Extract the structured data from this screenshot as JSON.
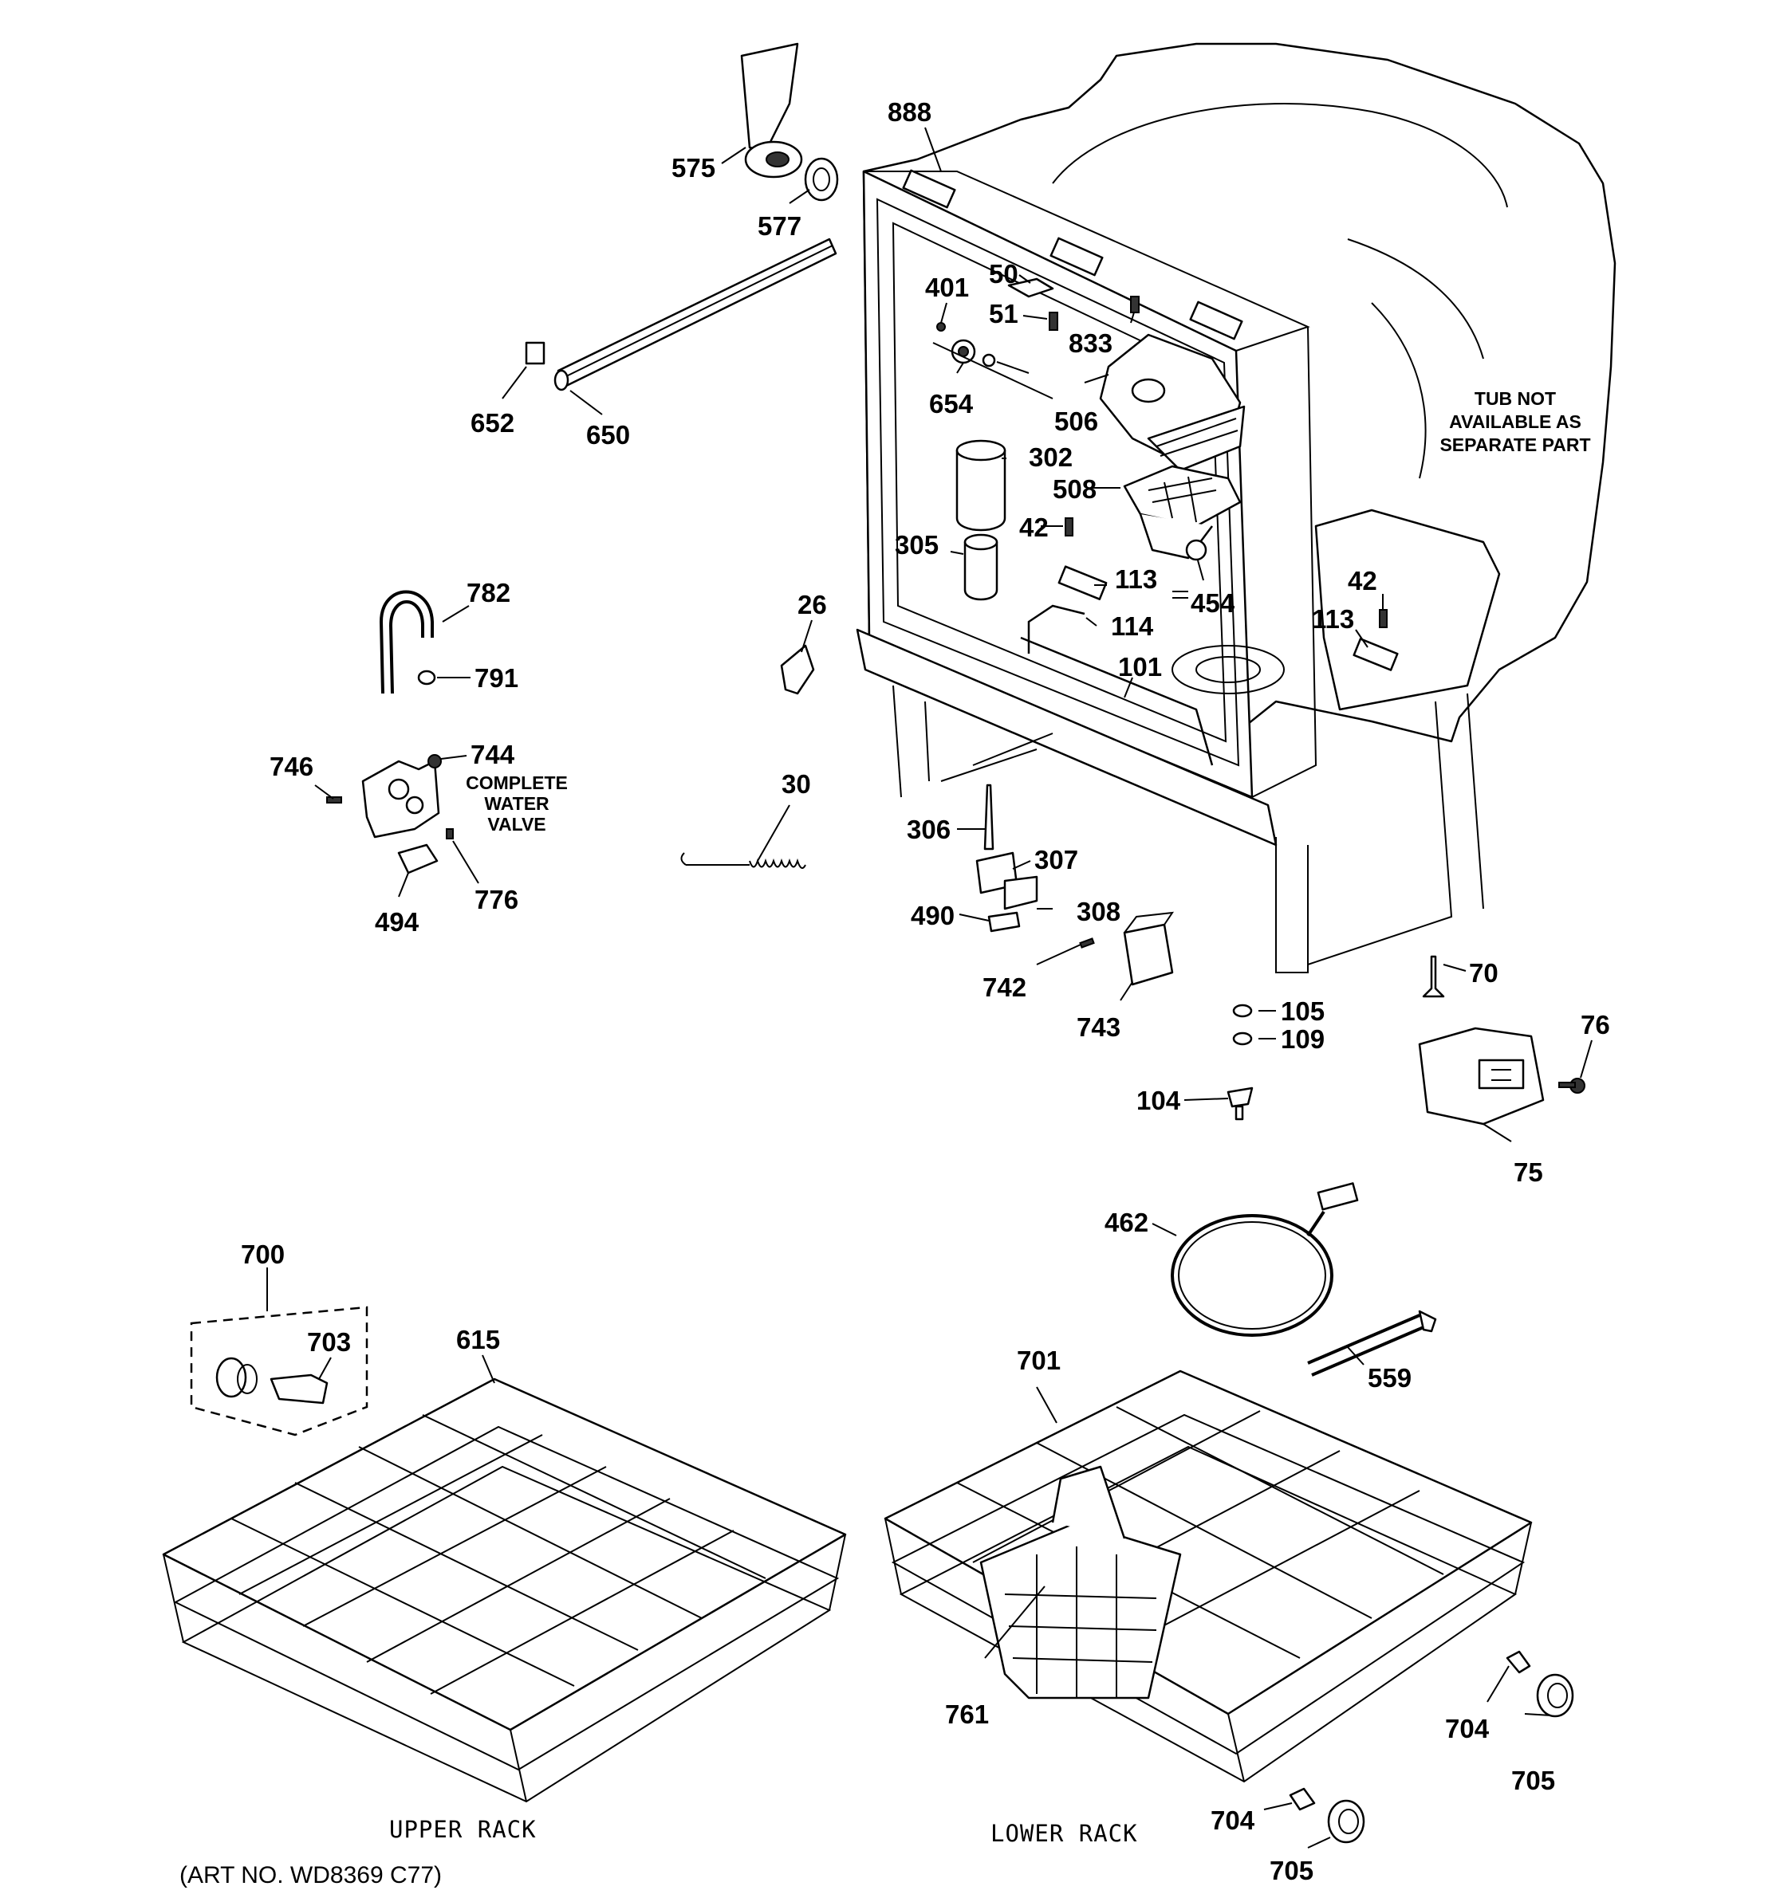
{
  "callouts": {
    "c888": "888",
    "c575": "575",
    "c577": "577",
    "c652": "652",
    "c650": "650",
    "c50": "50",
    "c401": "401",
    "c51": "51",
    "c833": "833",
    "c654": "654",
    "c506": "506",
    "c302": "302",
    "c508": "508",
    "c42a": "42",
    "c305": "305",
    "c113a": "113",
    "c454": "454",
    "c114": "114",
    "c101": "101",
    "c42b": "42",
    "c113b": "113",
    "c26": "26",
    "c782": "782",
    "c791": "791",
    "c746": "746",
    "c744": "744",
    "c494": "494",
    "c776": "776",
    "c30": "30",
    "c306": "306",
    "c307": "307",
    "c490": "490",
    "c308": "308",
    "c742": "742",
    "c743": "743",
    "c70": "70",
    "c105": "105",
    "c109": "109",
    "c104": "104",
    "c76": "76",
    "c75": "75",
    "c462": "462",
    "c559": "559",
    "c700": "700",
    "c703": "703",
    "c615": "615",
    "c701": "701",
    "c761": "761",
    "c704a": "704",
    "c705a": "705",
    "c704b": "704",
    "c705b": "705"
  },
  "notes": {
    "tub_line1": "TUB NOT",
    "tub_line2": "AVAILABLE AS",
    "tub_line3": "SEPARATE PART",
    "valve_line1": "COMPLETE",
    "valve_line2": "WATER",
    "valve_line3": "VALVE"
  },
  "labels": {
    "upper_rack": "UPPER RACK",
    "lower_rack": "LOWER RACK",
    "art_no": "(ART NO. WD8369 C77)"
  }
}
